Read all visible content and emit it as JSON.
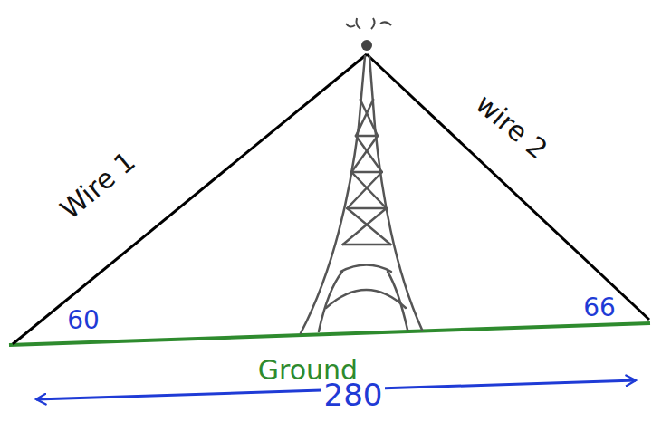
{
  "diagram": {
    "labels": [
      "Wire 1",
      "wire 2",
      "60",
      "66",
      "Ground",
      "280"
    ]
  }
}
